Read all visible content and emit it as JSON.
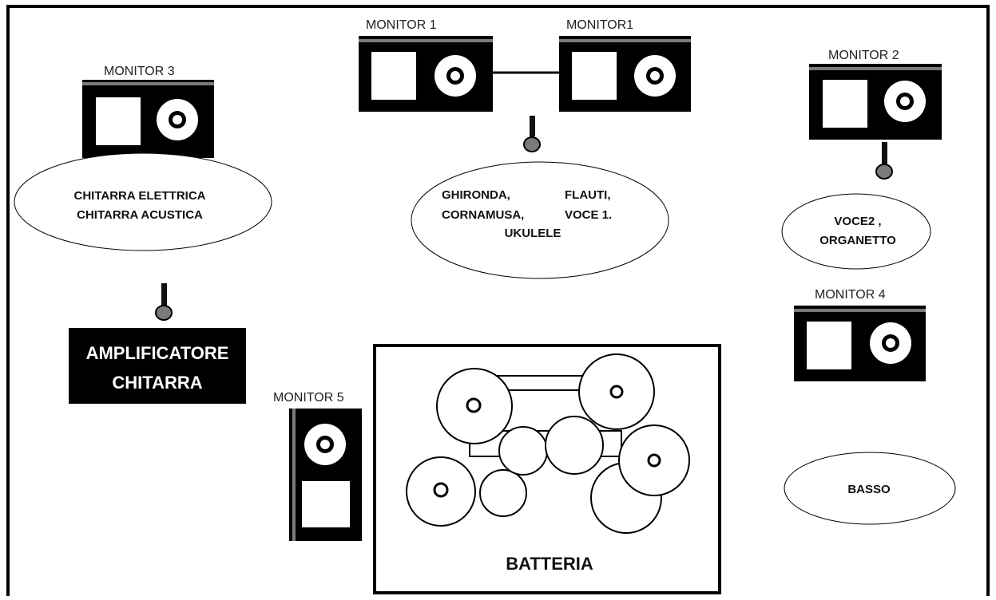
{
  "stage_plan": {
    "monitors": {
      "m1_left": "MONITOR 1",
      "m1_right": "MONITOR1",
      "m2": "MONITOR 2",
      "m3": "MONITOR 3",
      "m4": "MONITOR 4",
      "m5": "MONITOR 5"
    },
    "zones": {
      "guitars": [
        "CHITARRA ELETTRICA",
        "CHITARRA ACUSTICA"
      ],
      "center": {
        "left": [
          "GHIRONDA,",
          "CORNAMUSA,"
        ],
        "right": [
          "FLAUTI,",
          "VOCE 1."
        ],
        "bottom": "UKULELE"
      },
      "voice2": [
        "VOCE2 ,",
        "ORGANETTO"
      ],
      "bass": "BASSO"
    },
    "amplifier": [
      "AMPLIFICATORE",
      "CHITARRA"
    ],
    "drums": "BATTERIA"
  }
}
